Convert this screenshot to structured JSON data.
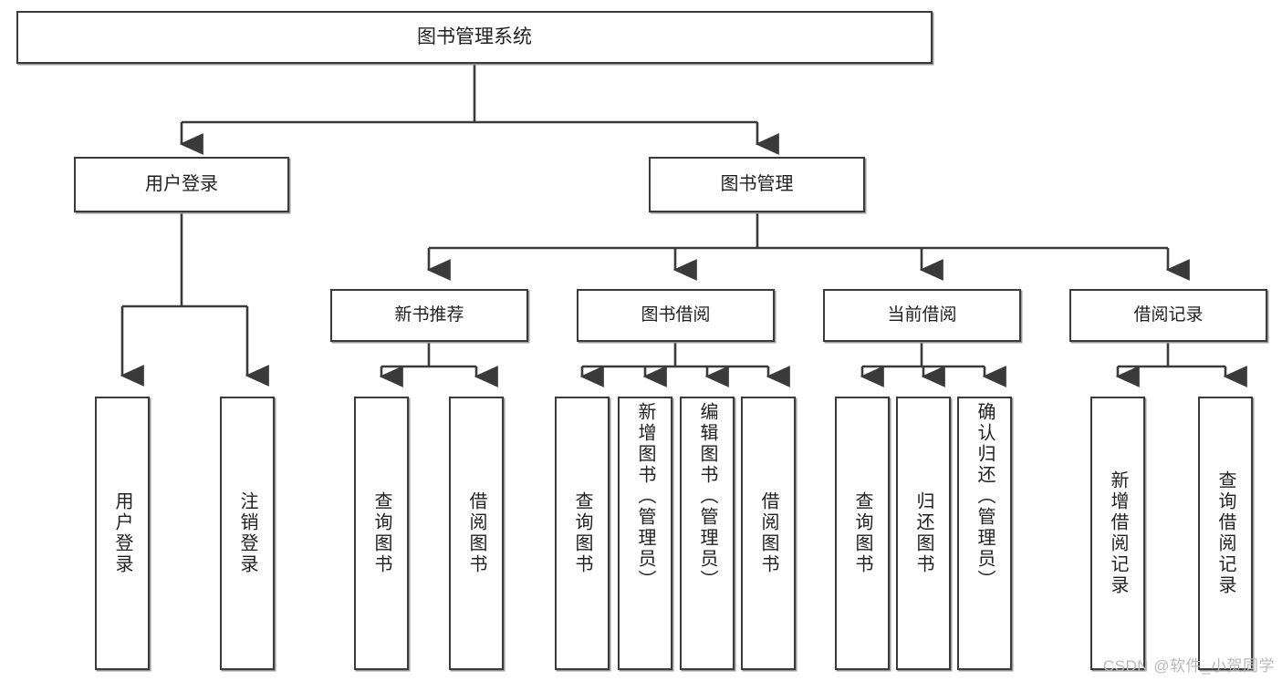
{
  "diagram": {
    "title": "图书管理系统",
    "type": "tree",
    "watermark": "CSDN @软件_小贺同学",
    "colors": {
      "node_border": "#3a3a3a",
      "node_fill": "#ffffff",
      "connector": "#3a3a3a",
      "text": "#1f1f1f",
      "watermark": "#b9b9b9"
    },
    "nodes": {
      "root": {
        "label": "图书管理系统"
      },
      "level2": [
        {
          "label": "用户登录"
        },
        {
          "label": "图书管理"
        }
      ],
      "level3": [
        {
          "label": "新书推荐"
        },
        {
          "label": "图书借阅"
        },
        {
          "label": "当前借阅"
        },
        {
          "label": "借阅记录"
        }
      ],
      "leaves": {
        "user_login": [
          {
            "label": "用户登录"
          },
          {
            "label": "注销登录"
          }
        ],
        "new_book": [
          {
            "label": "查询图书"
          },
          {
            "label": "借阅图书"
          }
        ],
        "book_borrow": [
          {
            "label": "查询图书"
          },
          {
            "label": "新增图书（管理员）"
          },
          {
            "label": "编辑图书（管理员）"
          },
          {
            "label": "借阅图书"
          }
        ],
        "current_borrow": [
          {
            "label": "查询图书"
          },
          {
            "label": "归还图书"
          },
          {
            "label": "确认归还（管理员）"
          }
        ],
        "borrow_record": [
          {
            "label": "新增借阅记录"
          },
          {
            "label": "查询借阅记录"
          }
        ]
      }
    }
  }
}
